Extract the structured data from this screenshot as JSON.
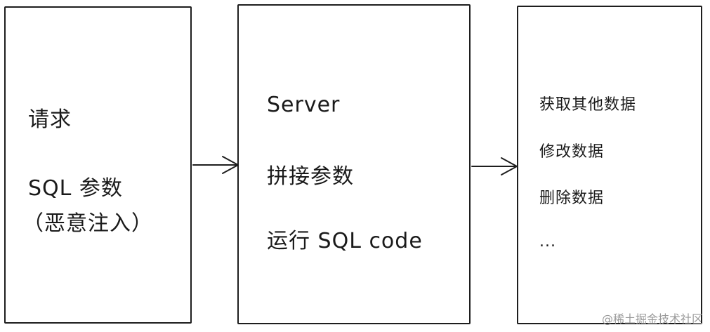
{
  "request_box": {
    "line1": "请求",
    "line2": "SQL 参数",
    "line3": "（恶意注入）"
  },
  "server_box": {
    "line1": "Server",
    "line2": "拼接参数",
    "line3": "运行 SQL code"
  },
  "results_box": {
    "item1": "获取其他数据",
    "item2": "修改数据",
    "item3": "删除数据",
    "item4": "..."
  },
  "watermark": "@稀土掘金技术社区"
}
